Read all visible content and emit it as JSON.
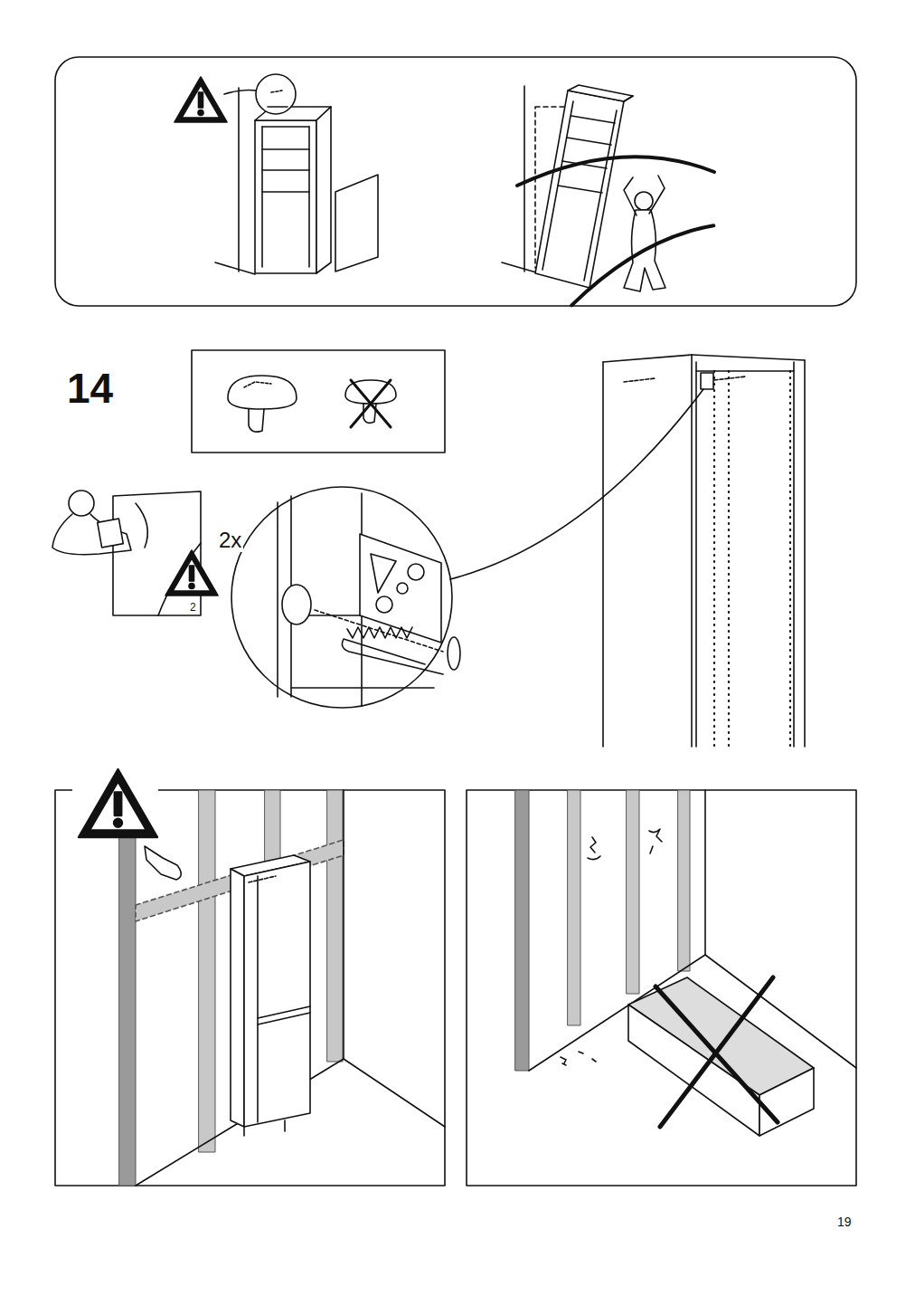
{
  "diagram": {
    "labels": [
      "14",
      "2x",
      "2",
      "19"
    ]
  }
}
